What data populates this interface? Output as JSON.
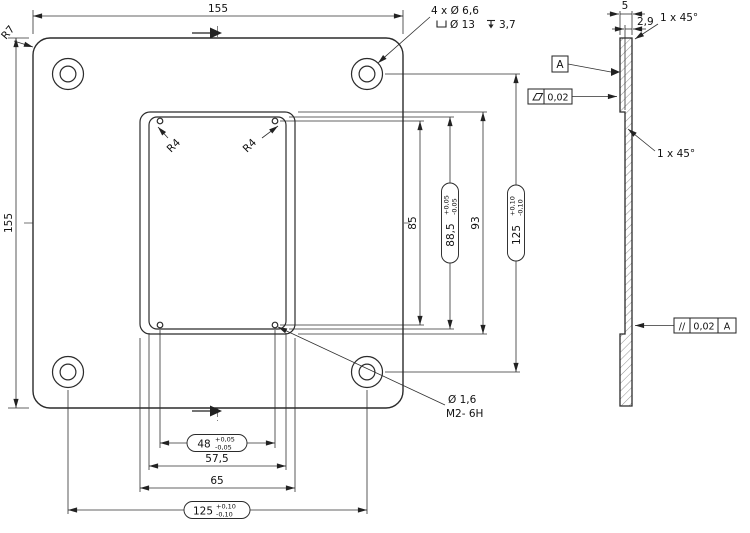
{
  "drawing": {
    "main_view": {
      "dim_top_width": "155",
      "dim_left_height": "155",
      "dim_pocket_width_inner": {
        "value": "48",
        "tol_upper": "+0,05",
        "tol_lower": "-0,05"
      },
      "dim_pocket_width_mid": "57,5",
      "dim_pocket_width_outer": "65",
      "dim_hole_spacing_bottom": {
        "value": "125",
        "tol_upper": "+0,10",
        "tol_lower": "-0,10"
      },
      "dim_pocket_height_inner": "85",
      "dim_pocket_height_mid": {
        "value": "88,5",
        "tol_upper": "+0,05",
        "tol_lower": "-0,05"
      },
      "dim_pocket_height_outer": "93",
      "dim_hole_spacing_right": {
        "value": "125",
        "tol_upper": "+0,10",
        "tol_lower": "-0,10"
      },
      "corner_radius": "R7",
      "pocket_radius_left": "R4",
      "pocket_radius_right": "R4",
      "counterbore_callout": {
        "count_and_dia": "4 x Ø 6,6",
        "cbore_dia": "Ø 13",
        "cbore_depth": "3,7"
      },
      "thread_callout": {
        "dia": "Ø 1,6",
        "thread": "M2- 6H"
      }
    },
    "side_view": {
      "dim_thickness": "5",
      "dim_depth": "2,9",
      "chamfer_top": "1 x 45°",
      "chamfer_pocket": "1 x 45°",
      "datum_label": "A",
      "flatness_value": "0,02",
      "parallelism_symbol": "//",
      "parallelism_value": "0,02",
      "parallelism_datum": "A"
    }
  }
}
